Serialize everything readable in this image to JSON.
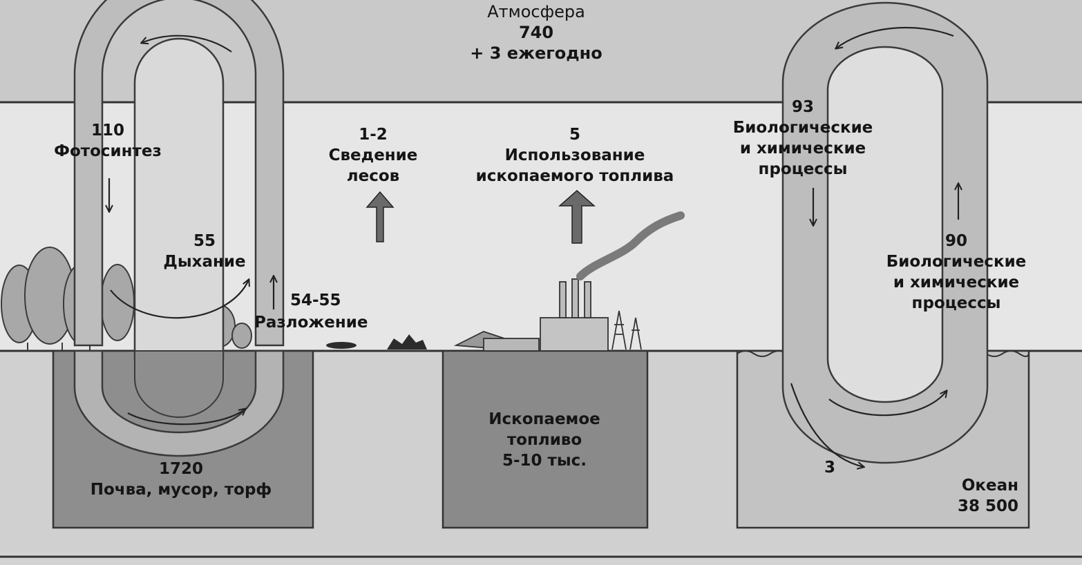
{
  "atmosphere": {
    "name": "Атмосфера",
    "amount": "740",
    "annual": "+ 3 ежегодно"
  },
  "land_cycle": {
    "photosynthesis": {
      "value": "110",
      "label": "Фотосинтез"
    },
    "respiration": {
      "value": "55",
      "label": "Дыхание"
    },
    "decomposition": {
      "value": "54-55",
      "label": "Разложение"
    }
  },
  "deforestation": {
    "value": "1-2",
    "line1": "Сведение",
    "line2": "лесов"
  },
  "fossil_use": {
    "value": "5",
    "line1": "Использование",
    "line2": "ископаемого топлива"
  },
  "ocean_cycle": {
    "uptake": {
      "value": "93",
      "line1": "Биологические",
      "line2": "и химические",
      "line3": "процессы"
    },
    "release": {
      "value": "90",
      "line1": "Биологические",
      "line2": "и химические",
      "line3": "процессы"
    },
    "deep_transfer": "3"
  },
  "reservoirs": {
    "soil": {
      "amount": "1720",
      "label": "Почва, мусор, торф"
    },
    "fossil": {
      "line1": "Ископаемое",
      "line2": "топливо",
      "line3": "5-10 тыс."
    },
    "ocean": {
      "label": "Океан",
      "amount": "38 500"
    }
  },
  "colors": {
    "background": "#d3d3d3",
    "atmosphere_band": "#c9c9c9",
    "land_band": "#e6e6e6",
    "soil_box": "#8e8e8e",
    "fossil_box": "#8a8a8a",
    "ocean_box": "#c3c3c3",
    "ink": "#151515"
  }
}
